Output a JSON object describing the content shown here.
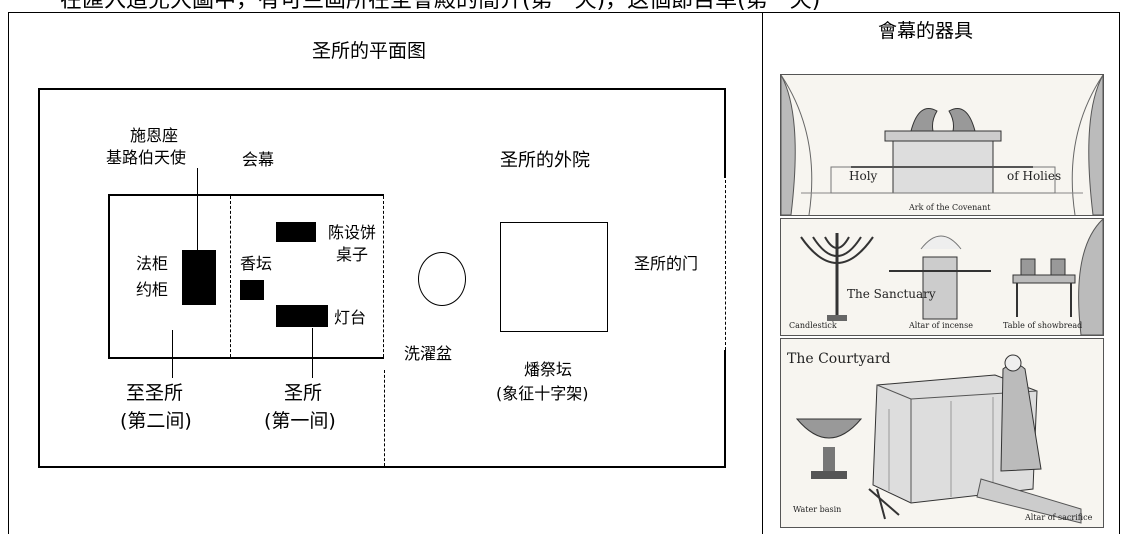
{
  "header_text": "在匯入這兒大圖中，有可兰画所在圣會殿的簡介(第一天)，这個節目单(第一天)",
  "left": {
    "title": "圣所的平面图",
    "labels": {
      "mercy_seat": "施恩座",
      "cherubim": "基路伯天使",
      "tabernacle": "会幕",
      "outer_court": "圣所的外院",
      "law_chest": "法柜",
      "ark": "约柜",
      "incense": "香坛",
      "showbread_1": "陈设饼",
      "showbread_2": "桌子",
      "lampstand": "灯台",
      "laver": "洗濯盆",
      "gate": "圣所的门",
      "altar": "燔祭坛",
      "altar_note": "(象征十字架)",
      "holy_of_holies": "至圣所",
      "second_room": "(第二间)",
      "holy_place": "圣所",
      "first_room": "(第一间)"
    }
  },
  "right": {
    "title": "會幕的器具",
    "panels": {
      "top": {
        "holy": "Holy",
        "of_holies": "of Holies",
        "caption": "Ark of the Covenant"
      },
      "middle": {
        "title": "The Sanctuary",
        "candlestick": "Candlestick",
        "altar_incense": "Altar of incense",
        "table": "Table of showbread"
      },
      "bottom": {
        "title": "The Courtyard",
        "basin": "Water basin",
        "altar_sacrifice": "Altar of sacrifice"
      }
    }
  }
}
